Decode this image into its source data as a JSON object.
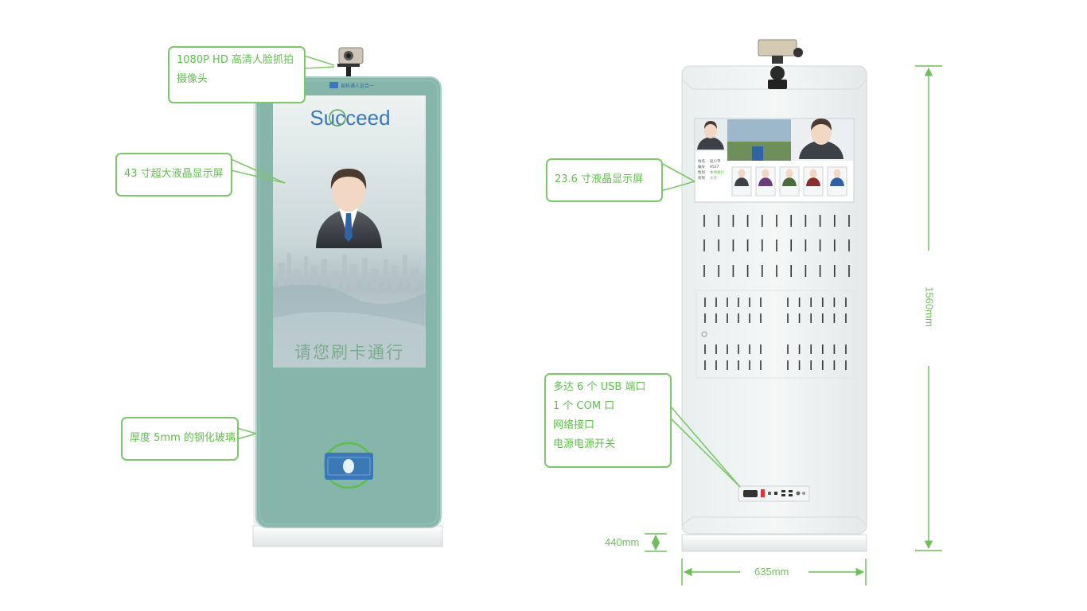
{
  "callouts": {
    "camera": [
      "1080P HD 高清人脸抓拍",
      "摄像头"
    ],
    "front_screen": [
      "43 寸超大液晶显示屏"
    ],
    "glass": [
      "厚度 5mm 的钢化玻璃"
    ],
    "back_screen": [
      "23.6 寸液晶显示屏"
    ],
    "ports": [
      "多达 6 个 USB 端口",
      "1 个 COM 口",
      "网络接口",
      "电源电源开关"
    ]
  },
  "front_screen": {
    "header_text": "易科通人证合一",
    "brand": "Succeed",
    "prompt": "请您刷卡通行"
  },
  "back_screen": {
    "info_rows": [
      {
        "label": "姓名",
        "value": "赵小平"
      },
      {
        "label": "编号",
        "value": "9527"
      },
      {
        "label": "性别",
        "value": "本地通行"
      },
      {
        "label": "权限",
        "value": "允许"
      }
    ]
  },
  "dimensions": {
    "height": "1560mm",
    "depth": "440mm",
    "width": "635mm"
  },
  "colors": {
    "accent_green": "#7cc86a",
    "kiosk_teal": "#86b5a9",
    "brand_blue": "#3a79b6"
  }
}
